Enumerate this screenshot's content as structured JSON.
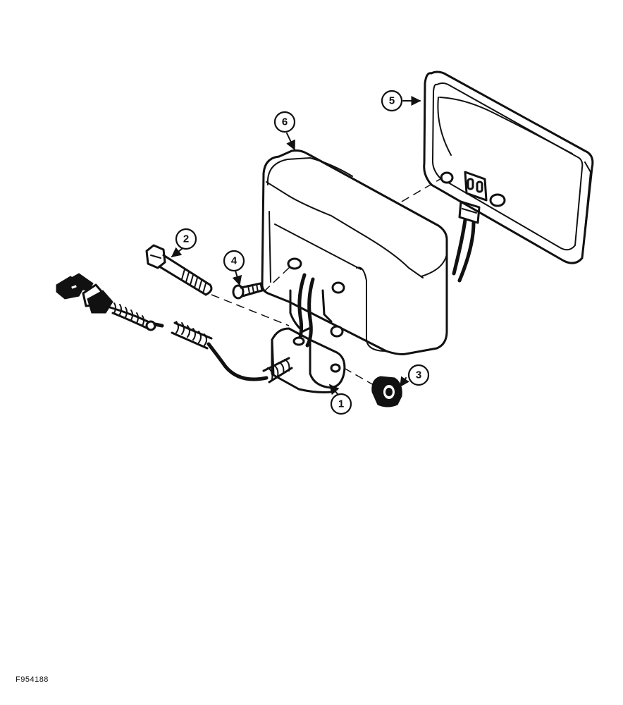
{
  "figure_id": "F954188",
  "callouts": {
    "c1": "1",
    "c2": "2",
    "c3": "3",
    "c4": "4",
    "c5": "5",
    "c6": "6"
  }
}
